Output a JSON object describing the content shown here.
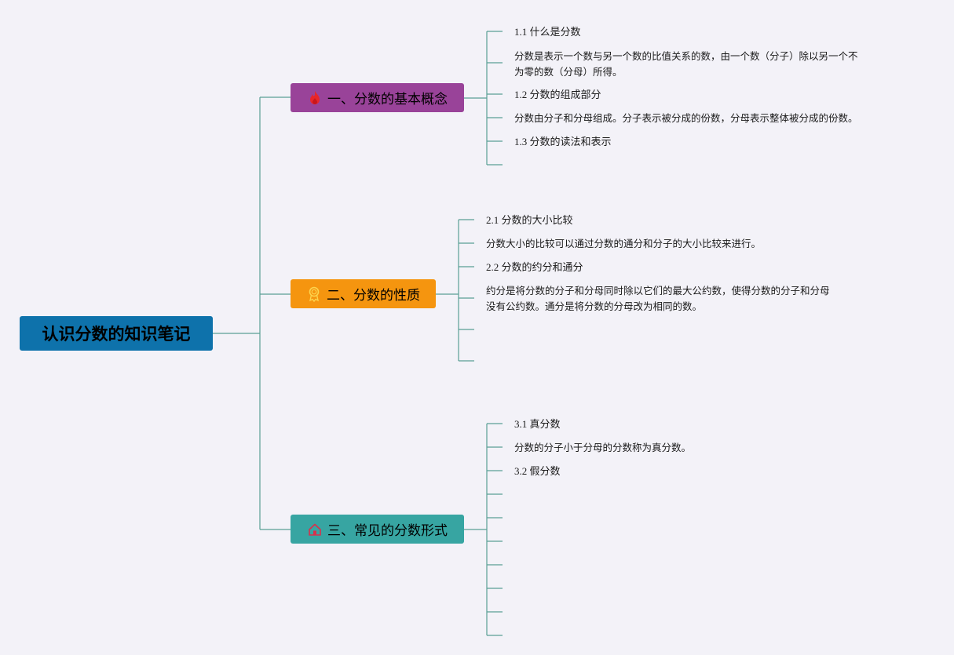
{
  "root": {
    "title": "认识分数的知识笔记"
  },
  "branches": [
    {
      "label": "一、分数的基本概念",
      "icon": "flame-icon",
      "color": "#994399",
      "leaves": [
        "1.1 什么是分数",
        "分数是表示一个数与另一个数的比值关系的数，由一个数（分子）除以另一个不",
        "为零的数（分母）所得。",
        "1.2 分数的组成部分",
        "分数由分子和分母组成。分子表示被分成的份数，分母表示整体被分成的份数。",
        "1.3 分数的读法和表示"
      ]
    },
    {
      "label": "二、分数的性质",
      "icon": "award-ribbon-icon",
      "color": "#f5950f",
      "leaves": [
        "2.1 分数的大小比较",
        "分数大小的比较可以通过分数的通分和分子的大小比较来进行。",
        "2.2 分数的约分和通分",
        "约分是将分数的分子和分母同时除以它们的最大公约数，使得分数的分子和分母",
        "没有公约数。通分是将分数的分母改为相同的数。"
      ]
    },
    {
      "label": "三、常见的分数形式",
      "icon": "house-icon",
      "color": "#37a5a2",
      "leaves": [
        "3.1 真分数",
        "分数的分子小于分母的分数称为真分数。",
        "3.2 假分数"
      ]
    }
  ],
  "colors": {
    "root": "#0e72ab",
    "connector": "#4f9a8f",
    "background": "#f3f2f8"
  }
}
